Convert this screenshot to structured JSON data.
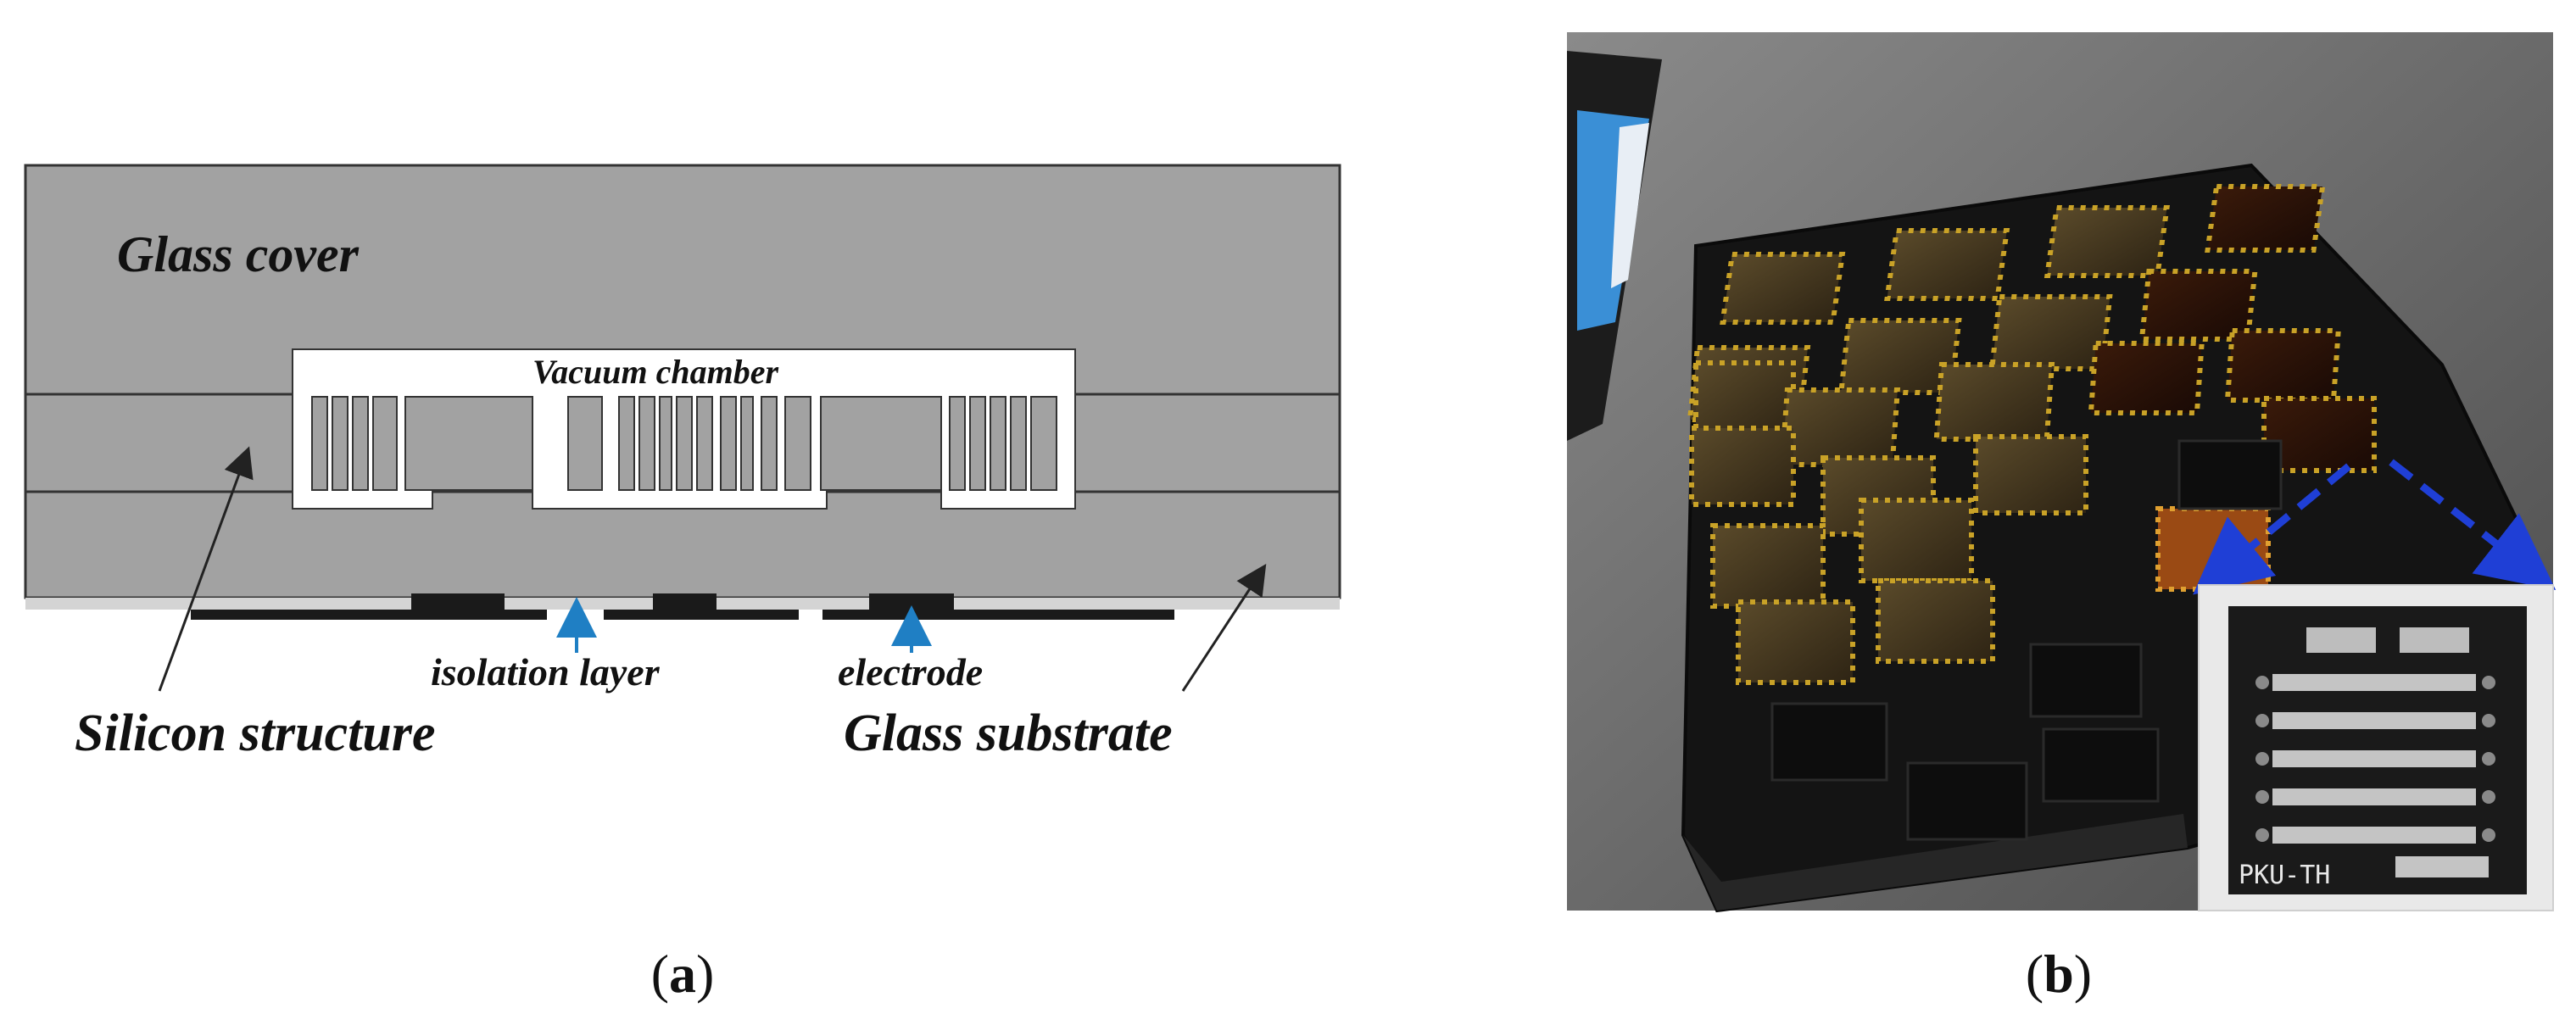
{
  "panel_a": {
    "labels": {
      "glass_cover": "Glass cover",
      "vacuum_chamber": "Vacuum chamber",
      "isolation_layer": "isolation layer",
      "electrode": "electrode",
      "silicon_structure": "Silicon structure",
      "glass_substrate": "Glass substrate"
    },
    "caption_letter": "a",
    "colors": {
      "layer_gray": "#9e9e9e",
      "line": "#333333",
      "arrow_blue": "#1f7fc4",
      "electrode": "#1a1a1a"
    }
  },
  "panel_b": {
    "inset_marking": "PKU-TH",
    "caption_letter": "b",
    "colors": {
      "tray": "#151515",
      "gold": "#c9a227",
      "dashed_arrow": "#1f3fd6",
      "background": "#6f6f6f"
    }
  }
}
